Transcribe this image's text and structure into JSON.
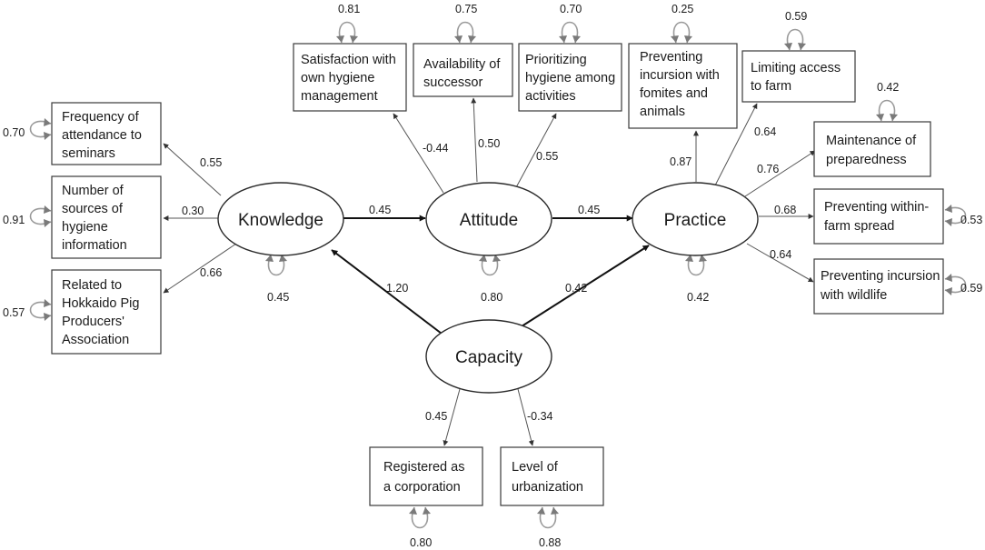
{
  "latent": {
    "knowledge": "Knowledge",
    "attitude": "Attitude",
    "practice": "Practice",
    "capacity": "Capacity"
  },
  "observed": {
    "frequency_seminars": [
      "Frequency of",
      "attendance to",
      "seminars"
    ],
    "sources_info": [
      "Number of",
      "sources of",
      "hygiene",
      "information"
    ],
    "hokkaido_assoc": [
      "Related to",
      "Hokkaido Pig",
      "Producers'",
      "Association"
    ],
    "satisfaction": [
      "Satisfaction with",
      "own hygiene",
      "management"
    ],
    "successor": [
      "Availability of",
      "successor"
    ],
    "prioritizing": [
      "Prioritizing",
      "hygiene among",
      "activities"
    ],
    "fomites": [
      "Preventing",
      "incursion with",
      "fomites and",
      "animals"
    ],
    "limiting_access": [
      "Limiting access",
      "to farm"
    ],
    "preparedness": [
      "Maintenance of",
      "preparedness"
    ],
    "within_farm": [
      "Preventing within-",
      "farm spread"
    ],
    "wildlife": [
      "Preventing incursion",
      "with wildlife"
    ],
    "corporation": [
      "Registered as",
      "a corporation"
    ],
    "urbanization": [
      "Level of",
      "urbanization"
    ]
  },
  "paths": {
    "knowledge_frequency": "0.55",
    "knowledge_sources": "0.30",
    "knowledge_hokkaido": "0.66",
    "knowledge_attitude": "0.45",
    "attitude_satisfaction": "-0.44",
    "attitude_successor": "0.50",
    "attitude_prioritizing": "0.55",
    "attitude_practice": "0.45",
    "practice_fomites": "0.87",
    "practice_limiting": "0.64",
    "practice_preparedness": "0.76",
    "practice_within": "0.68",
    "practice_wildlife": "0.64",
    "capacity_knowledge": "1.20",
    "capacity_practice": "0.42",
    "capacity_corporation": "0.45",
    "capacity_urbanization": "-0.34"
  },
  "residuals": {
    "frequency_seminars": "0.70",
    "sources_info": "0.91",
    "hokkaido_assoc": "0.57",
    "satisfaction": "0.81",
    "successor": "0.75",
    "prioritizing": "0.70",
    "fomites": "0.25",
    "limiting_access": "0.59",
    "preparedness": "0.42",
    "within_farm": "0.53",
    "wildlife": "0.59",
    "corporation": "0.80",
    "urbanization": "0.88",
    "knowledge": "0.45",
    "attitude": "0.80",
    "practice": "0.42"
  }
}
